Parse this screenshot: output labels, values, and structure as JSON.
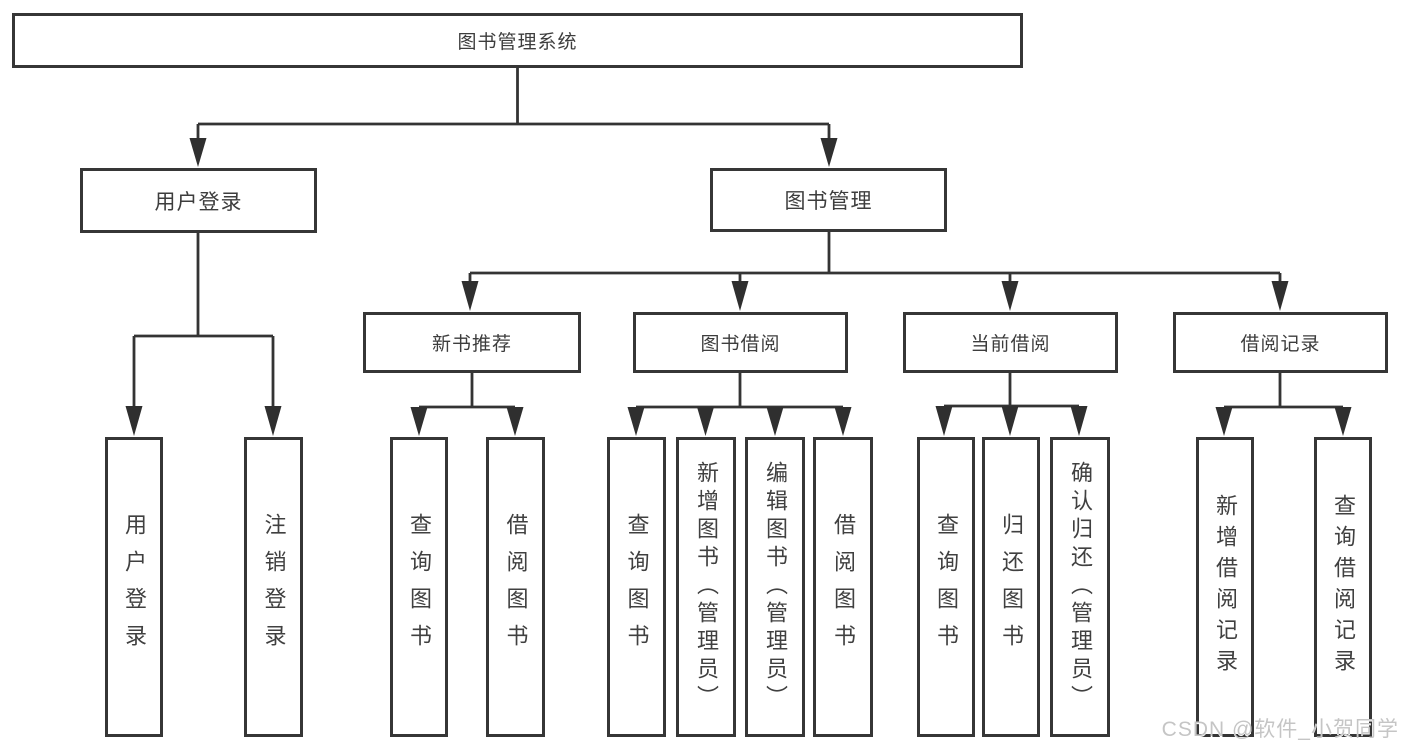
{
  "tree": {
    "root": {
      "label": "图书管理系统"
    },
    "branches": [
      {
        "label": "用户登录",
        "leaves": [
          {
            "label": "用户登录"
          },
          {
            "label": "注销登录"
          }
        ]
      },
      {
        "label": "图书管理",
        "groups": [
          {
            "label": "新书推荐",
            "leaves": [
              {
                "label": "查询图书"
              },
              {
                "label": "借阅图书"
              }
            ]
          },
          {
            "label": "图书借阅",
            "leaves": [
              {
                "label": "查询图书"
              },
              {
                "label": "新增图书（管理员）"
              },
              {
                "label": "编辑图书（管理员）"
              },
              {
                "label": "借阅图书"
              }
            ]
          },
          {
            "label": "当前借阅",
            "leaves": [
              {
                "label": "查询图书"
              },
              {
                "label": "归还图书"
              },
              {
                "label": "确认归还（管理员）"
              }
            ]
          },
          {
            "label": "借阅记录",
            "leaves": [
              {
                "label": "新增借阅记录"
              },
              {
                "label": "查询借阅记录"
              }
            ]
          }
        ]
      }
    ]
  },
  "watermark": {
    "text": "CSDN @软件_小贺同学"
  },
  "colors": {
    "line": "#343434",
    "box_border": "#363636",
    "text": "#3d3d3d",
    "watermark": "#c5c5c5",
    "background": "#ffffff"
  }
}
